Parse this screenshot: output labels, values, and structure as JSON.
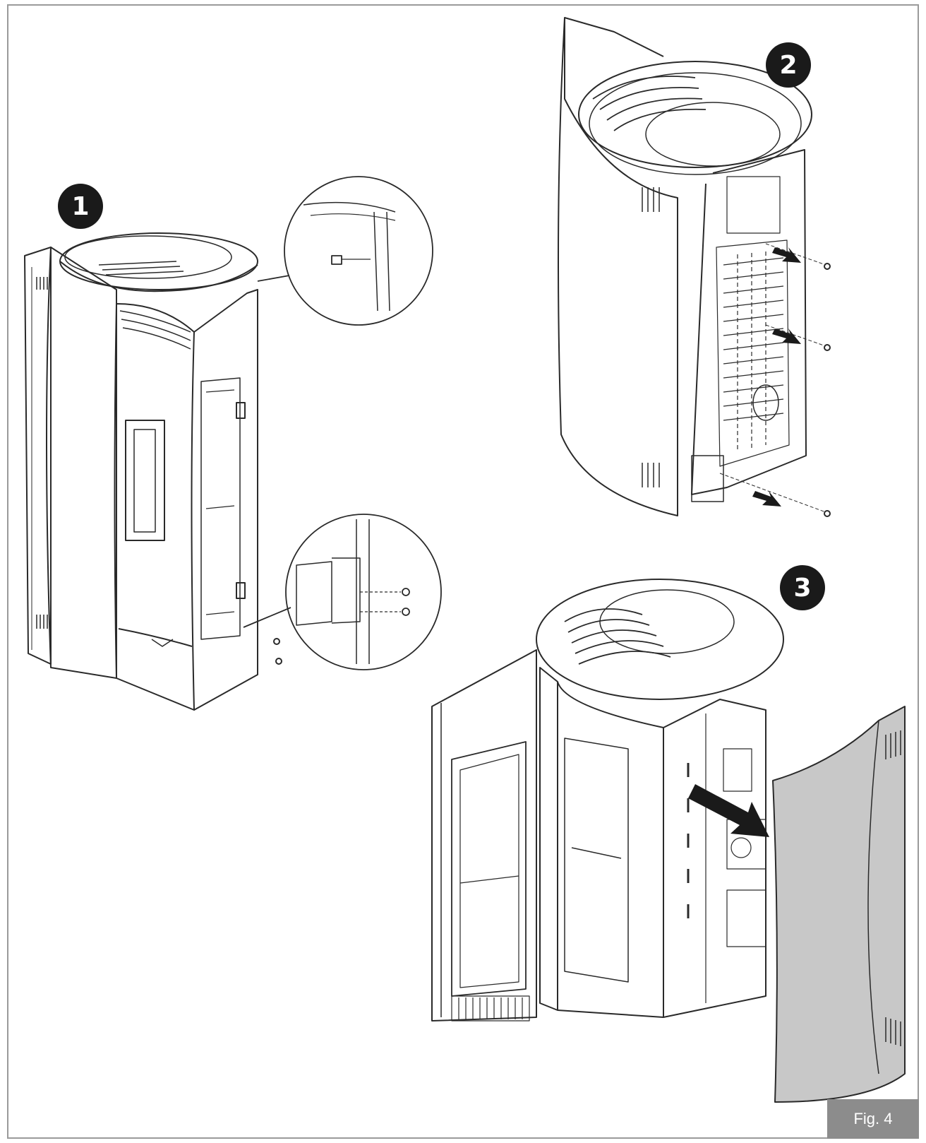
{
  "steps": [
    {
      "label": "1"
    },
    {
      "label": "2"
    },
    {
      "label": "3"
    }
  ],
  "figure": {
    "label": "Fig. 4"
  },
  "colors": {
    "frame": "#9a9a9a",
    "line": "#2a2a2a",
    "badge": "#1a1a1a",
    "panel": "#c8c8c8",
    "label_bg": "#8c8c8c"
  }
}
